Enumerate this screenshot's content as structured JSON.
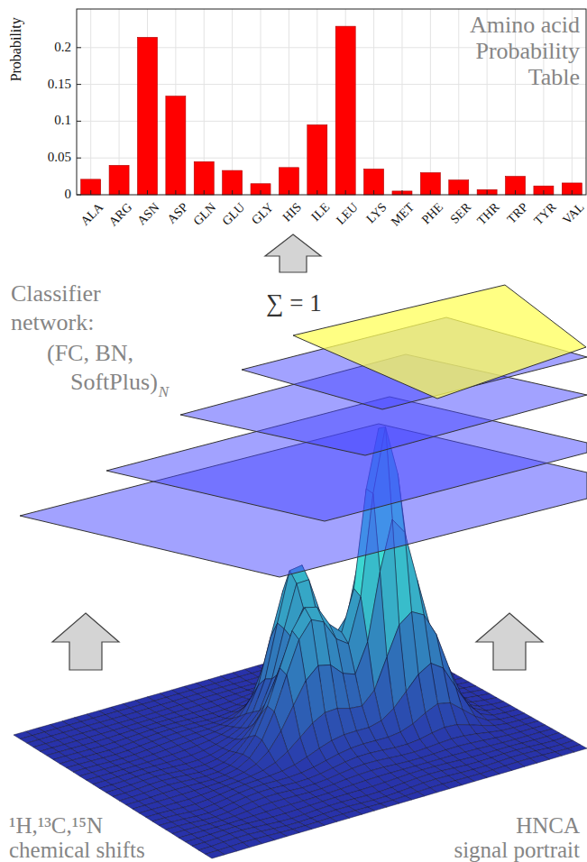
{
  "diagram": {
    "labels": [
      "Probability",
      "0",
      "0.05",
      "0.1",
      "0.15",
      "0.2",
      "ALA",
      "ARG",
      "ASN",
      "ASP",
      "GLN",
      "GLU",
      "GLY",
      "HIS",
      "ILE",
      "LEU",
      "LYS",
      "MET",
      "PHE",
      "SER",
      "THR",
      "TRP",
      "TYR",
      "VAL",
      "Amino acid",
      "Probability",
      "Table",
      "∑ = 1",
      "Classifier",
      "network:",
      "(FC, BN,",
      "SoftPlus)",
      "N",
      "¹H,¹³C,¹⁵N",
      "chemical shifts",
      "HNCA",
      "signal portrait"
    ]
  }
}
